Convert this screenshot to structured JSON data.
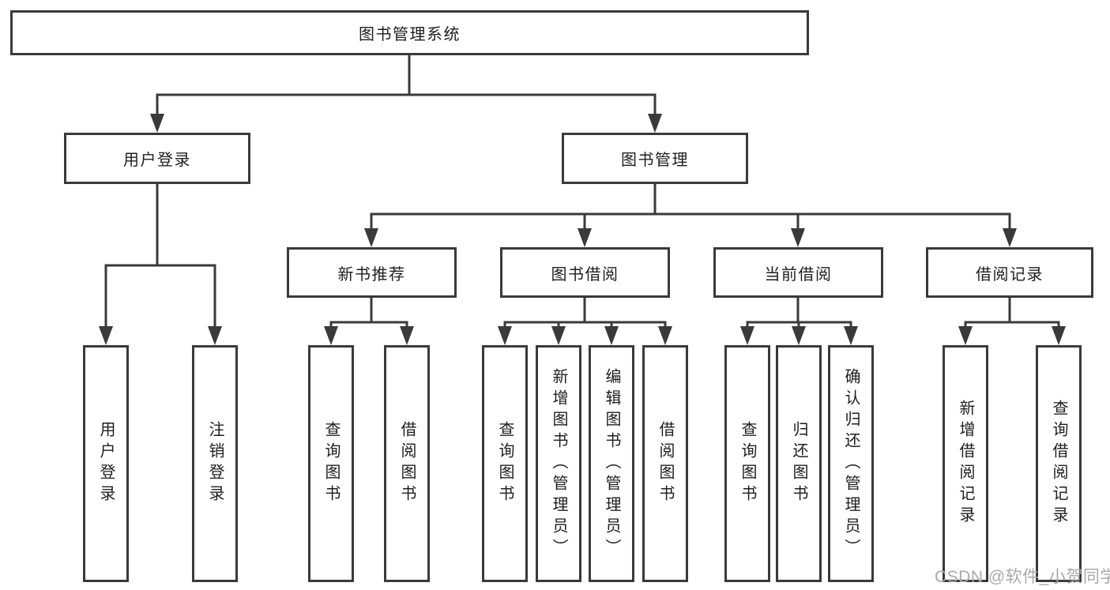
{
  "diagram": {
    "type": "hierarchy",
    "watermark": {
      "text": "CSDN @软件_小贺同学"
    },
    "colors": {
      "line": "#3a3a3a",
      "border": "#3a3a3a",
      "text": "#1e1e1e",
      "watermark": "#a9a9a9",
      "background": "#ffffff"
    },
    "tree": {
      "label": "图书管理系统",
      "children": [
        {
          "label": "用户登录",
          "children": [
            {
              "label": "用户登录"
            },
            {
              "label": "注销登录"
            }
          ]
        },
        {
          "label": "图书管理",
          "children": [
            {
              "label": "新书推荐",
              "children": [
                {
                  "label": "查询图书"
                },
                {
                  "label": "借阅图书"
                }
              ]
            },
            {
              "label": "图书借阅",
              "children": [
                {
                  "label": "查询图书"
                },
                {
                  "label": "新增图书（管理员）"
                },
                {
                  "label": "编辑图书（管理员）"
                },
                {
                  "label": "借阅图书"
                }
              ]
            },
            {
              "label": "当前借阅",
              "children": [
                {
                  "label": "查询图书"
                },
                {
                  "label": "归还图书"
                },
                {
                  "label": "确认归还（管理员）"
                }
              ]
            },
            {
              "label": "借阅记录",
              "children": [
                {
                  "label": "新增借阅记录"
                },
                {
                  "label": "查询借阅记录"
                }
              ]
            }
          ]
        }
      ]
    }
  }
}
